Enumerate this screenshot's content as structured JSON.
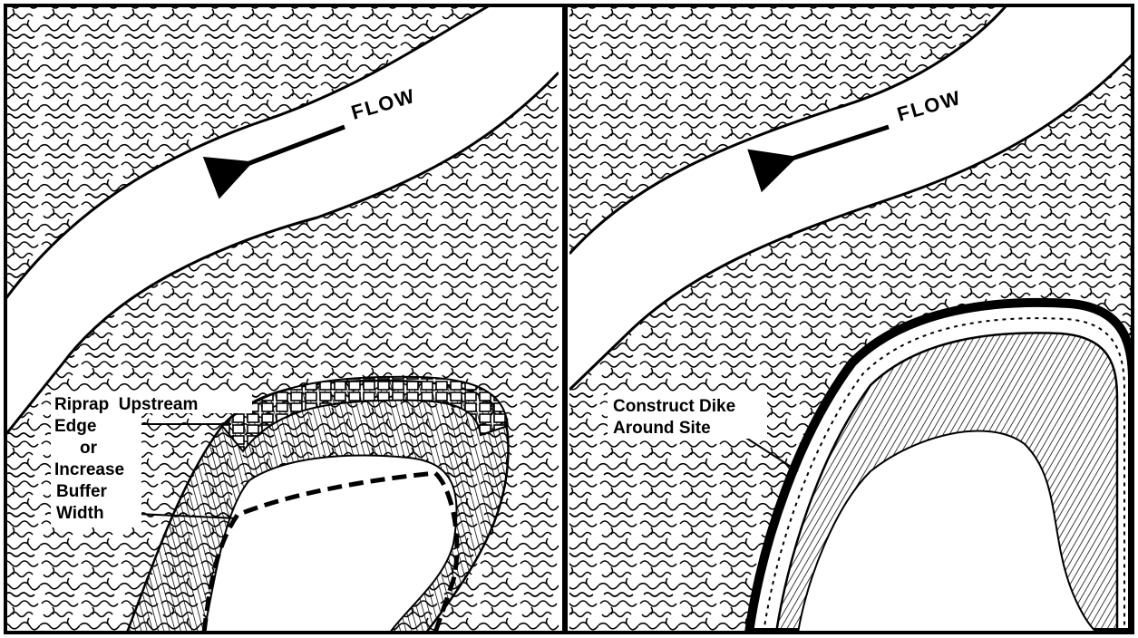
{
  "figure": {
    "panels": [
      {
        "flow_label": "FLOW",
        "annotation_lines": [
          "Riprap  Upstream",
          "Edge",
          "or",
          "Increase",
          "Buffer",
          "Width"
        ]
      },
      {
        "flow_label": "FLOW",
        "annotation_lines": [
          "Construct Dike",
          "Around Site"
        ]
      }
    ],
    "colors": {
      "ink": "#000000",
      "paper": "#ffffff"
    }
  }
}
